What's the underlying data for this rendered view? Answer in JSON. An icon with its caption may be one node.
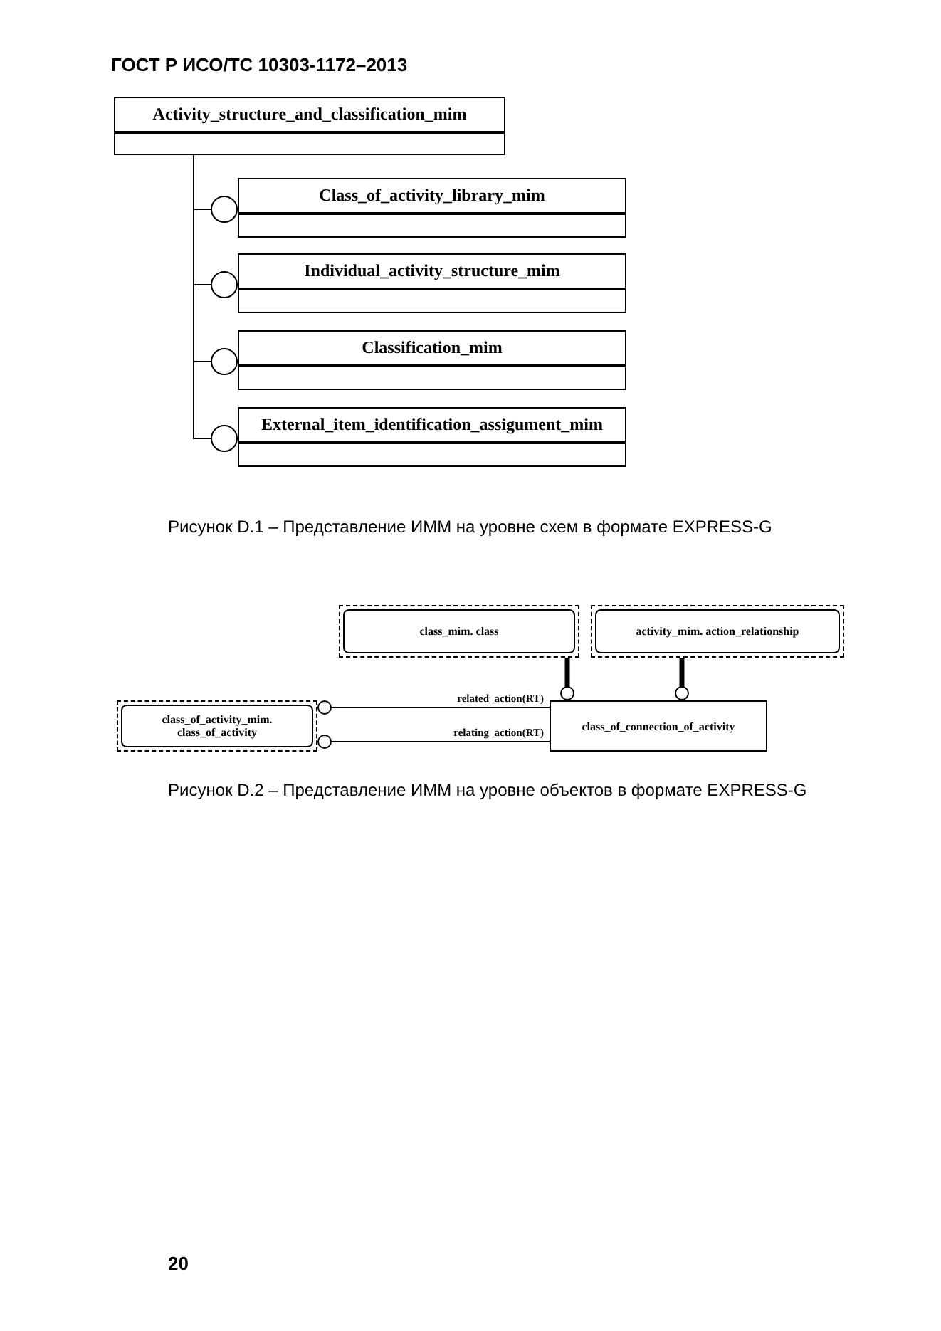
{
  "diagram": {
    "nodes": [
      {
        "text": [
          "Activity_structure_and_classification_mim"
        ]
      },
      {
        "text": [
          "Class_of_activity_library_mim"
        ]
      },
      {
        "text": [
          "Individual_activity_structure_mim"
        ]
      },
      {
        "text": [
          "Classification_mim"
        ]
      },
      {
        "text": [
          "External_item_identification_assigument_mim"
        ]
      },
      {
        "text": [
          "class_mim. class"
        ]
      },
      {
        "text": [
          "activity_mim. action_relationship"
        ]
      },
      {
        "text": [
          "class_of_activity_mim. class_of_activity"
        ]
      },
      {
        "text": [
          "class_of_connection_of_activity"
        ]
      }
    ],
    "edges": [
      {
        "from": 0,
        "to": 1,
        "arrow": "other"
      },
      {
        "from": 0,
        "to": 2,
        "arrow": "other"
      },
      {
        "from": 0,
        "to": 3,
        "arrow": "other"
      },
      {
        "from": 0,
        "to": 4,
        "arrow": "other"
      },
      {
        "from": 8,
        "to": 7,
        "arrow": "other",
        "label": "related_action(RT)"
      },
      {
        "from": 8,
        "to": 7,
        "arrow": "other",
        "label": "relating_action(RT)"
      },
      {
        "from": 5,
        "to": 8,
        "arrow": "other",
        "style": "thick"
      },
      {
        "from": 6,
        "to": 8,
        "arrow": "other",
        "style": "thick"
      }
    ],
    "labels": [
      "ГОСТ Р ИСО/ТС 10303-1172–2013",
      "Рисунок D.1 – Представление ИММ на уровне схем в формате EXPRESS-G",
      "Рисунок D.2 – Представление ИММ на уровне объектов в формате EXPRESS-G",
      "20"
    ]
  }
}
